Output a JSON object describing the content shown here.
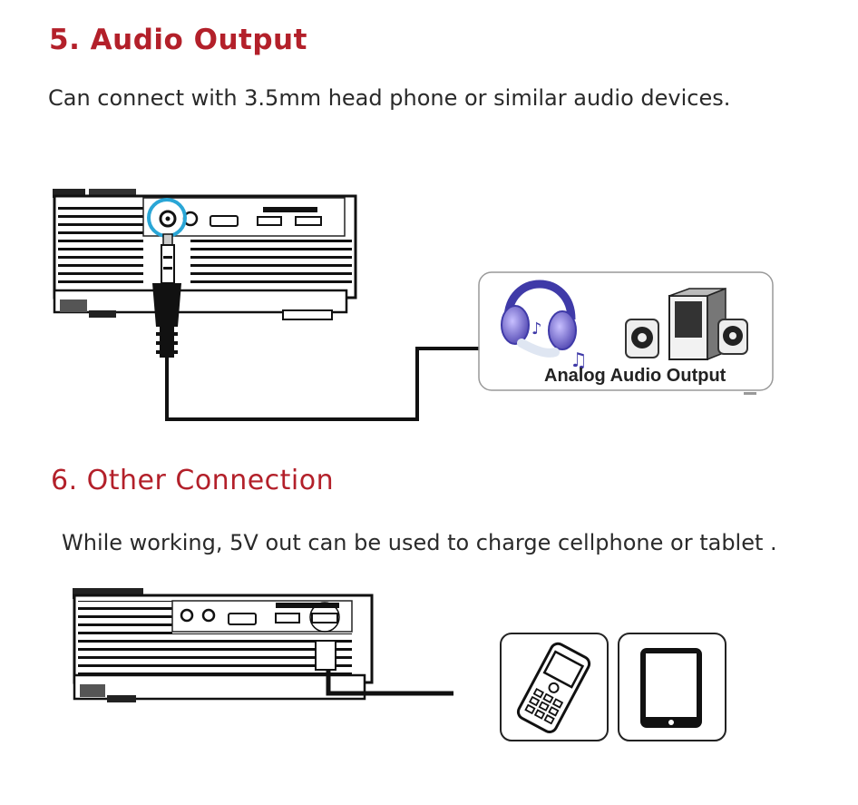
{
  "section5": {
    "title": "5. Audio Output",
    "description": "Can connect with 3.5mm head phone or similar audio devices.",
    "card_label": "Analog Audio Output",
    "accent_color": "#2aa6d6"
  },
  "section6": {
    "title": "6. Other Connection",
    "description": "While working, 5V out can be used to charge cellphone or tablet ."
  },
  "colors": {
    "heading": "#b3202a",
    "text": "#2a2a2a"
  }
}
